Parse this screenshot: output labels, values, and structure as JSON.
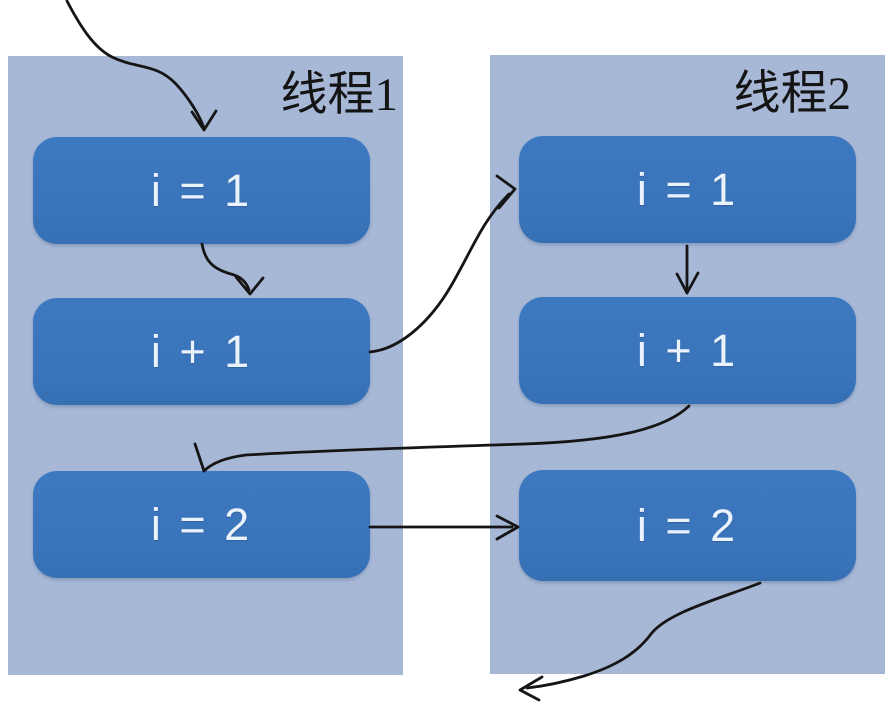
{
  "diagram": {
    "threads": [
      {
        "title": "线程1",
        "boxes": [
          {
            "label": "i = 1"
          },
          {
            "label": "i + 1"
          },
          {
            "label": "i = 2"
          }
        ]
      },
      {
        "title": "线程2",
        "boxes": [
          {
            "label": "i = 1"
          },
          {
            "label": "i + 1"
          },
          {
            "label": "i = 2"
          }
        ]
      }
    ],
    "arrows": [
      {
        "name": "entry",
        "from": "outside-top-left",
        "to": "thread1: i = 1"
      },
      {
        "name": "t1-i1-to-t1-iplus1",
        "from": "thread1: i = 1",
        "to": "thread1: i + 1"
      },
      {
        "name": "t1-iplus1-to-t2-i1",
        "from": "thread1: i + 1",
        "to": "thread2: i = 1"
      },
      {
        "name": "t2-i1-to-t2-iplus1",
        "from": "thread2: i = 1",
        "to": "thread2: i + 1"
      },
      {
        "name": "t2-iplus1-to-t1-i2",
        "from": "thread2: i + 1",
        "to": "thread1: i = 2"
      },
      {
        "name": "t1-i2-to-t2-i2",
        "from": "thread1: i = 2",
        "to": "thread2: i = 2"
      },
      {
        "name": "exit",
        "from": "thread2: i = 2",
        "to": "outside-bottom"
      }
    ],
    "colors": {
      "page_background": "#ffffff",
      "panel_background": "#a7b8d7",
      "box_background": "#3a75bc",
      "box_text": "#eaf2fb",
      "title_text": "#141414",
      "arrow": "#151515"
    }
  }
}
